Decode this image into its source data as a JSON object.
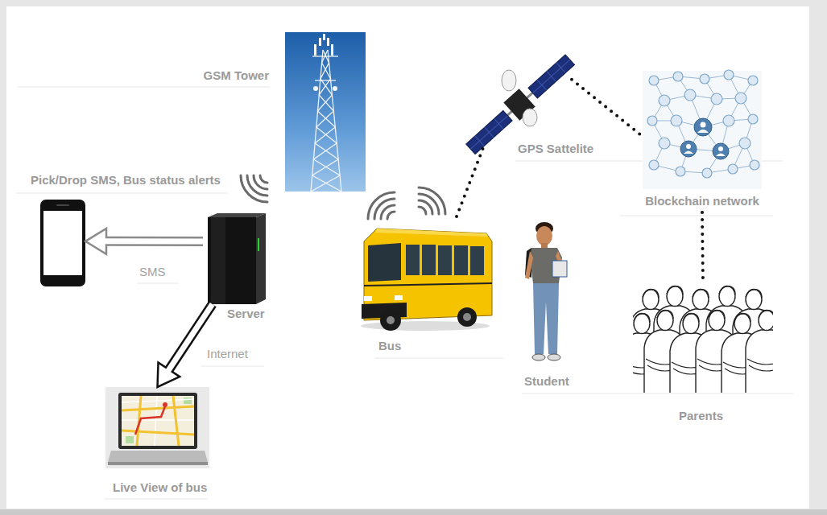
{
  "diagram": {
    "nodes": [
      {
        "text": [
          "GSM Tower"
        ]
      },
      {
        "text": [
          "GPS Sattelite"
        ]
      },
      {
        "text": [
          "Blockchain network"
        ]
      },
      {
        "text": [
          "Pick/Drop SMS, Bus status alerts"
        ]
      },
      {
        "text": [
          "Server"
        ]
      },
      {
        "text": [
          "Bus"
        ]
      },
      {
        "text": [
          "Student"
        ]
      },
      {
        "text": [
          "Parents"
        ]
      },
      {
        "text": [
          "Live View of bus"
        ]
      }
    ],
    "edges": [
      {
        "from": 4,
        "to": 3,
        "arrow": "to",
        "label": "SMS"
      },
      {
        "from": 4,
        "to": 8,
        "arrow": "to",
        "label": "Internet"
      },
      {
        "from": 1,
        "to": 5,
        "arrow": "none"
      },
      {
        "from": 1,
        "to": 2,
        "arrow": "none"
      },
      {
        "from": 2,
        "to": 7,
        "arrow": "none"
      }
    ]
  }
}
